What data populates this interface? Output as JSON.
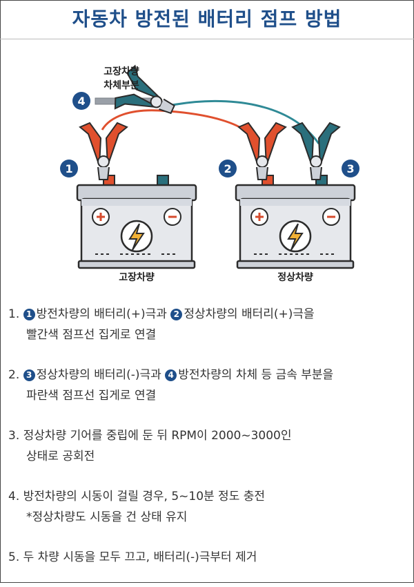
{
  "title": "자동차 방전된 배터리 점프 방법",
  "diagram": {
    "chassis_label_line1": "고장차량",
    "chassis_label_line2": "차체부분",
    "left_battery_label": "고장차량",
    "right_battery_label": "정상차량",
    "markers": [
      "1",
      "2",
      "3",
      "4"
    ],
    "plus_sign": "+",
    "minus_sign": "−",
    "colors": {
      "red_clamp": "#e0502e",
      "blue_clamp": "#2a6f7c",
      "red_cable": "#e0502e",
      "blue_cable": "#2f8a96",
      "marker": "#1f4f8a",
      "battery_body": "#e6e8ec",
      "battery_outline": "#2b2b2b",
      "battery_top": "#cdd1d8",
      "bolt": "#f2b134"
    }
  },
  "steps": [
    {
      "number": "1.",
      "line1": [
        {
          "marker": "1",
          "text": "방전차량의 배터리(+)극과 "
        },
        {
          "marker": "2",
          "text": "정상차량의 배터리(+)극을"
        }
      ],
      "line2": "빨간색 점프선 집게로 연결"
    },
    {
      "number": "2.",
      "line1": [
        {
          "marker": "3",
          "text": "정상차량의 배터리(-)극과 "
        },
        {
          "marker": "4",
          "text": "방전차량의 차체 등 금속 부분을"
        }
      ],
      "line2": "파란색 점프선 집게로 연결"
    },
    {
      "number": "3.",
      "line1": [
        {
          "marker": "",
          "text": "정상차량 기어를 중립에 둔 뒤 RPM이 2000~3000인"
        }
      ],
      "line2": "상태로 공회전"
    },
    {
      "number": "4.",
      "line1": [
        {
          "marker": "",
          "text": "방전차량의 시동이 걸릴 경우, 5~10분 정도 충전"
        }
      ],
      "line2": "*정상차량도 시동을 건 상태 유지"
    },
    {
      "number": "5.",
      "line1": [
        {
          "marker": "",
          "text": "두 차량 시동을 모두 끄고, 배터리(-)극부터 제거"
        }
      ],
      "line2": ""
    }
  ]
}
